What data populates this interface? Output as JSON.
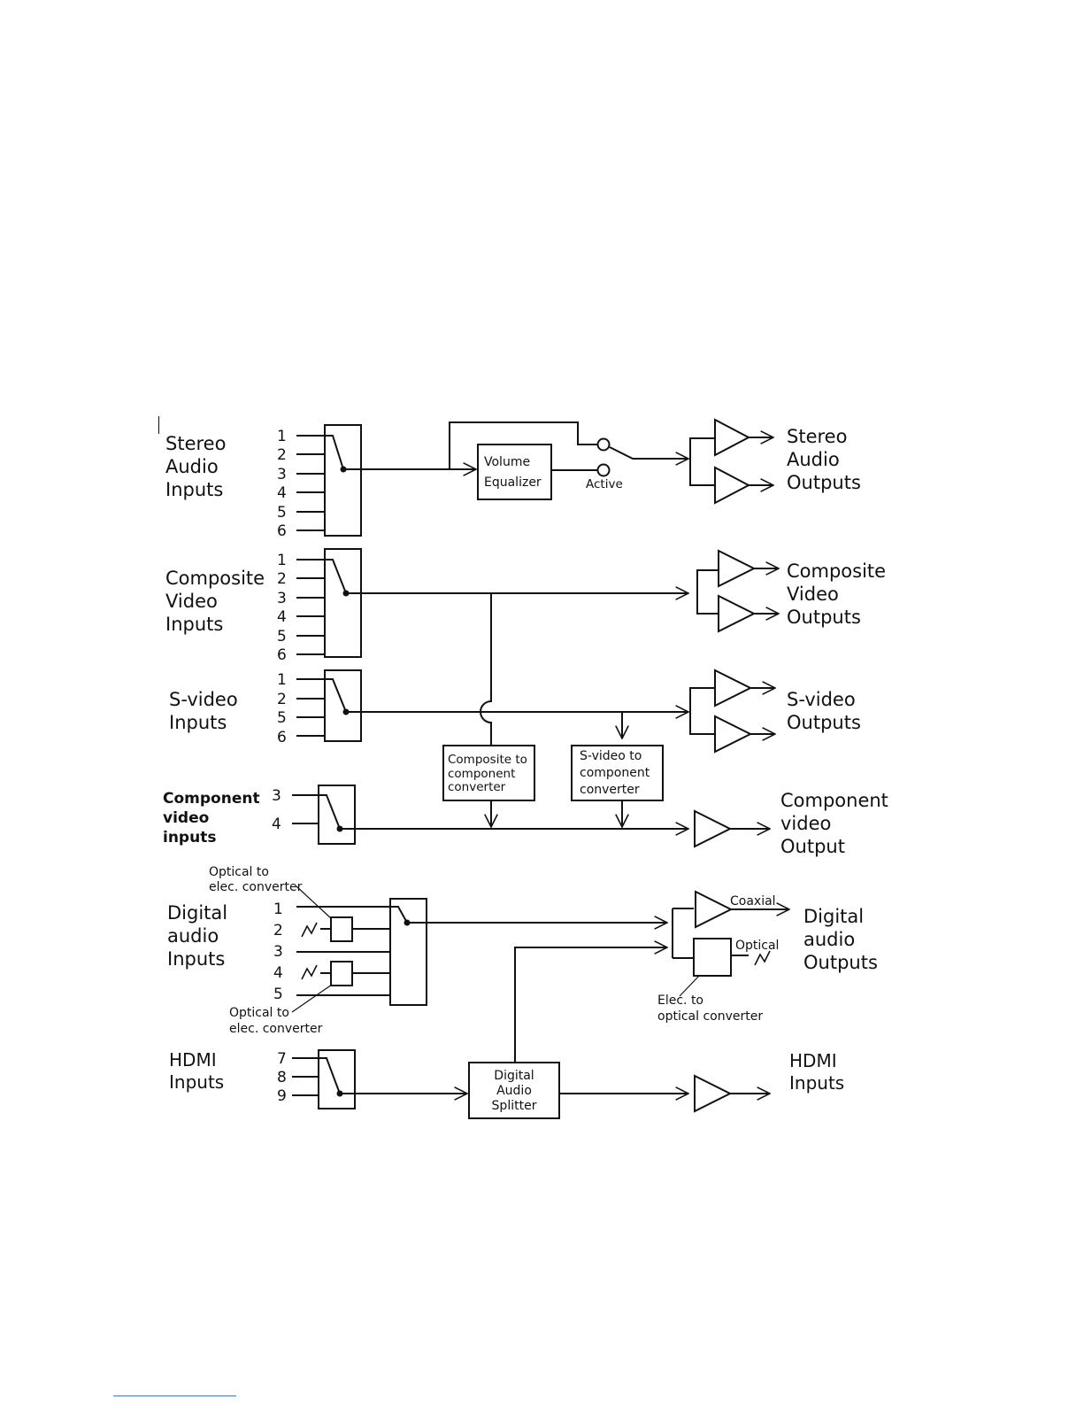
{
  "sections": {
    "stereo": {
      "label": [
        "Stereo",
        "Audio",
        "Inputs"
      ],
      "inputs": [
        "1",
        "2",
        "3",
        "4",
        "5",
        "6"
      ],
      "output": [
        "Stereo",
        "Audio",
        "Outputs"
      ]
    },
    "composite": {
      "label": [
        "Composite",
        "Video",
        "Inputs"
      ],
      "inputs": [
        "1",
        "2",
        "3",
        "4",
        "5",
        "6"
      ],
      "output": [
        "Composite",
        "Video",
        "Outputs"
      ]
    },
    "svideo": {
      "label": [
        "S-video",
        "Inputs"
      ],
      "inputs": [
        "1",
        "2",
        "5",
        "6"
      ],
      "output": [
        "S-video",
        "Outputs"
      ]
    },
    "component": {
      "label": [
        "Component",
        "video",
        "inputs"
      ],
      "inputs": [
        "3",
        "4"
      ],
      "output": [
        "Component",
        "video",
        "Output"
      ]
    },
    "digital": {
      "label": [
        "Digital",
        "audio",
        "Inputs"
      ],
      "inputs": [
        "1",
        "2",
        "3",
        "4",
        "5"
      ],
      "output": [
        "Digital",
        "audio",
        "Outputs"
      ]
    },
    "hdmi": {
      "label": [
        "HDMI",
        "Inputs"
      ],
      "inputs": [
        "7",
        "8",
        "9"
      ],
      "output": [
        "HDMI",
        "Inputs"
      ]
    }
  },
  "blocks": {
    "volume_eq": [
      "Volume",
      "Equalizer"
    ],
    "active": "Active",
    "comp_to_component": [
      "Composite to",
      "component",
      "converter"
    ],
    "svideo_to_component": [
      "S-video to",
      "component",
      "converter"
    ],
    "opt_to_elec_top": [
      "Optical to",
      "elec. converter"
    ],
    "opt_to_elec_bottom": [
      "Optical to",
      "elec. converter"
    ],
    "coaxial": "Coaxial",
    "optical": "Optical",
    "elec_to_optical": [
      "Elec. to",
      "optical converter"
    ],
    "das": [
      "Digital",
      "Audio",
      "Splitter"
    ]
  }
}
